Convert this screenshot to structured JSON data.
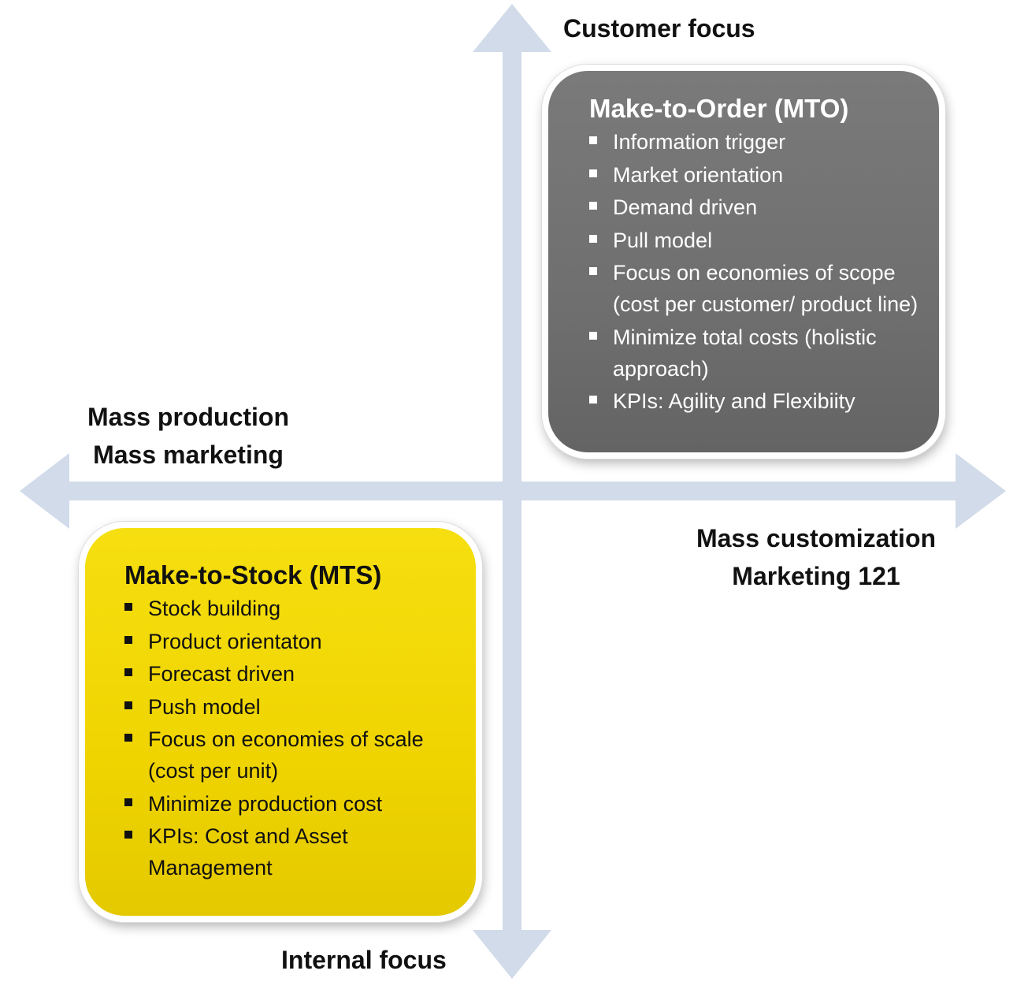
{
  "axes": {
    "top_label": "Customer focus",
    "bottom_label": "Internal focus",
    "left_label": [
      "Mass production",
      "Mass marketing"
    ],
    "right_label": [
      "Mass customization",
      "Marketing 121"
    ],
    "arrow_color": "#d1dbea"
  },
  "mto": {
    "title": "Make-to-Order (MTO)",
    "items": [
      "Information trigger",
      "Market orientation",
      "Demand driven",
      "Pull model",
      "Focus on economies of scope (cost per customer/ product line)",
      "Minimize total costs (holistic approach)",
      "KPIs: Agility and Flexibiity"
    ],
    "color": "#717171"
  },
  "mts": {
    "title": "Make-to-Stock (MTS)",
    "items": [
      "Stock building",
      "Product orientaton",
      "Forecast driven",
      "Push model",
      "Focus on economies of scale (cost per unit)",
      "Minimize production cost",
      "KPIs: Cost and Asset Management"
    ],
    "color": "#f0d500"
  }
}
